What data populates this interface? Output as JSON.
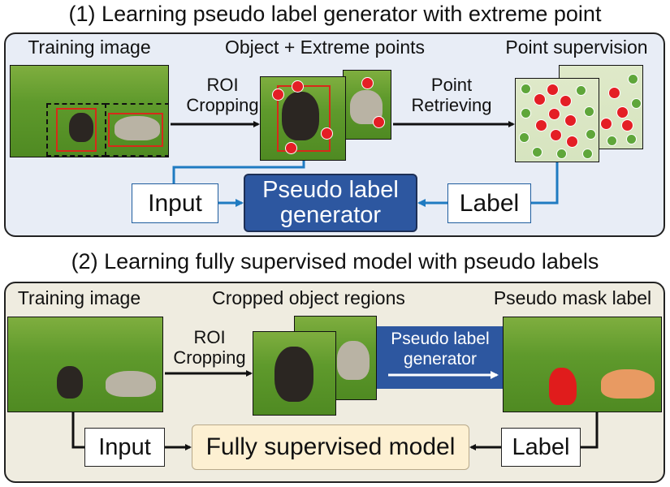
{
  "section1": {
    "title": "(1) Learning pseudo label generator with extreme point",
    "training_image_label": "Training image",
    "object_points_label": "Object + Extreme points",
    "point_supervision_label": "Point supervision",
    "roi_line1": "ROI",
    "roi_line2": "Cropping",
    "point_line1": "Point",
    "point_line2": "Retrieving",
    "input_label": "Input",
    "generator_line1": "Pseudo label",
    "generator_line2": "generator",
    "label_label": "Label"
  },
  "section2": {
    "title": "(2) Learning fully supervised model with pseudo labels",
    "training_image_label": "Training image",
    "cropped_label": "Cropped object regions",
    "pseudo_mask_label": "Pseudo mask label",
    "roi_line1": "ROI",
    "roi_line2": "Cropping",
    "generator_line1": "Pseudo label",
    "generator_line2": "generator",
    "input_label": "Input",
    "model_label": "Fully supervised model",
    "label_label": "Label"
  },
  "colors": {
    "panel1_bg": "#e8edf6",
    "panel2_bg": "#efece0",
    "generator_blue": "#2d57a0",
    "arrow_blue": "#1f7bc1",
    "model_fill": "#fdf0d2",
    "extreme_point_red": "#e41e25",
    "background_point_green": "#5fa63a"
  }
}
